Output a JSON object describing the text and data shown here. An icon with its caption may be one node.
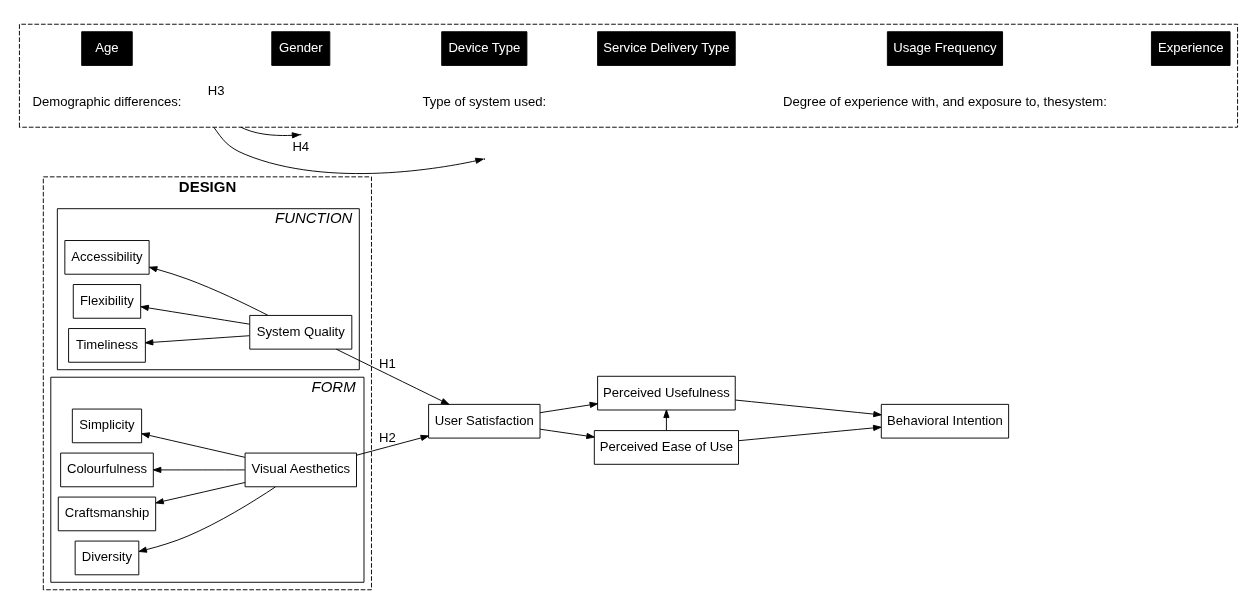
{
  "diagram": {
    "nodes": [
      {
        "text": [
          "DESIGN"
        ]
      },
      {
        "text": [
          "FUNCTION"
        ],
        "in": 0
      },
      {
        "text": [
          "Accessibility"
        ],
        "in": 1
      },
      {
        "text": [
          "Flexibility"
        ],
        "in": 1
      },
      {
        "text": [
          "Timeliness"
        ],
        "in": 1
      },
      {
        "text": [
          "System Quality"
        ],
        "in": 1
      },
      {
        "text": [
          "FORM"
        ],
        "in": 0
      },
      {
        "text": [
          "Simplicity"
        ],
        "in": 6
      },
      {
        "text": [
          "Colourfulness"
        ],
        "in": 6
      },
      {
        "text": [
          "Craftsmanship"
        ],
        "in": 6
      },
      {
        "text": [
          "Diversity"
        ],
        "in": 6
      },
      {
        "text": [
          "Visual Aesthetics"
        ],
        "in": 6
      },
      {
        "text": [],
        "shape": "box"
      },
      {
        "text": [
          "Age"
        ],
        "in": 12
      },
      {
        "text": [
          "Gender"
        ],
        "in": 12
      },
      {
        "text": [
          "Device Type"
        ],
        "in": 12
      },
      {
        "text": [
          "Service Delivery Type"
        ],
        "in": 12
      },
      {
        "text": [
          "Usage Frequency"
        ],
        "in": 12
      },
      {
        "text": [
          "Experience"
        ],
        "in": 12
      },
      {
        "text": [
          "User Satisfaction"
        ]
      },
      {
        "text": [
          "Perceived Usefulness"
        ]
      },
      {
        "text": [
          "Perceived Ease of Use"
        ]
      },
      {
        "text": [
          "Behavioral Intention"
        ]
      }
    ],
    "edges": [
      {
        "from": 5,
        "to": 2,
        "arrow": "to"
      },
      {
        "from": 5,
        "to": 3,
        "arrow": "to"
      },
      {
        "from": 5,
        "to": 4,
        "arrow": "to"
      },
      {
        "from": 11,
        "to": 7,
        "arrow": "to"
      },
      {
        "from": 11,
        "to": 8,
        "arrow": "to"
      },
      {
        "from": 11,
        "to": 9,
        "arrow": "to"
      },
      {
        "from": 11,
        "to": 10,
        "arrow": "to"
      },
      {
        "from": 5,
        "to": 19,
        "arrow": "to",
        "label": "H1"
      },
      {
        "from": 11,
        "to": 19,
        "arrow": "to",
        "label": "H2"
      },
      {
        "from": 12,
        "to": null,
        "arrow": "to",
        "label": "H3"
      },
      {
        "from": 12,
        "to": null,
        "arrow": "to",
        "label": "H4"
      },
      {
        "from": 19,
        "to": 20,
        "arrow": "to"
      },
      {
        "from": 19,
        "to": 21,
        "arrow": "to"
      },
      {
        "from": 21,
        "to": 20,
        "arrow": "to"
      },
      {
        "from": 20,
        "to": 22,
        "arrow": "to"
      },
      {
        "from": 21,
        "to": 22,
        "arrow": "to"
      }
    ],
    "labels": [
      "Demographic differences:",
      "Type of system used:",
      "Degree of experience with, and exposure to, thesystem:"
    ]
  }
}
